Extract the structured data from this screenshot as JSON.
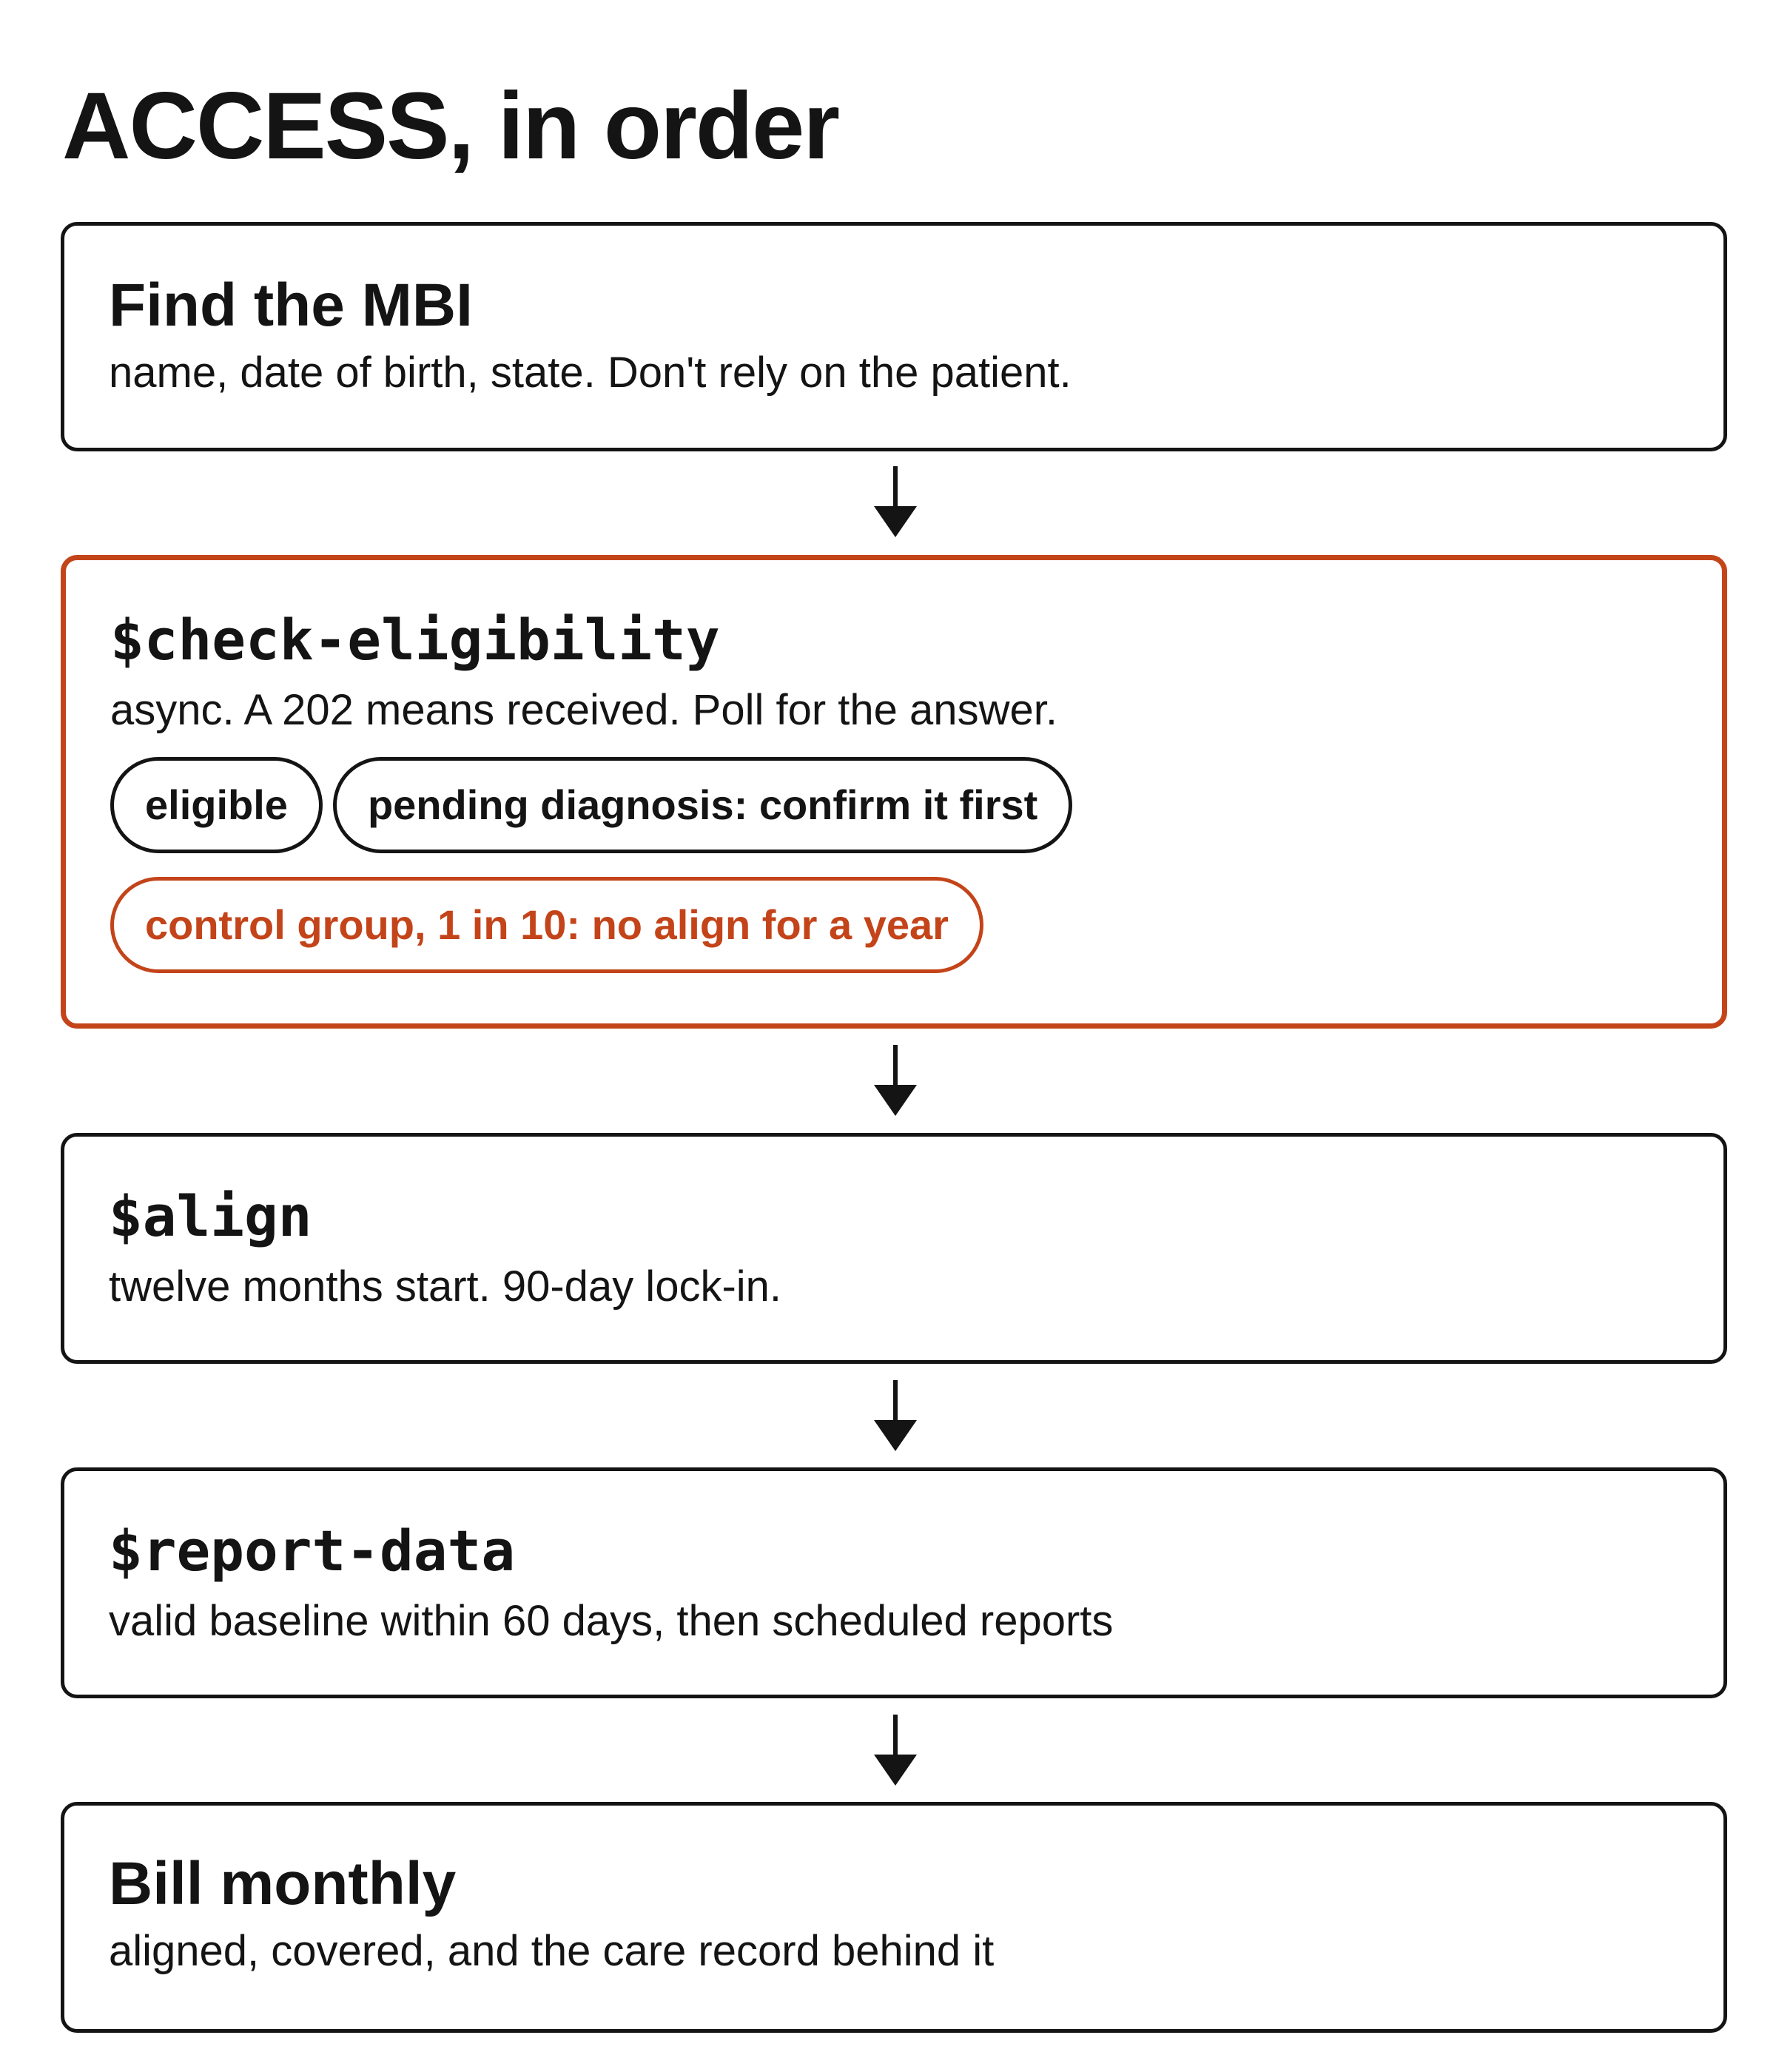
{
  "title": "ACCESS, in order",
  "steps": [
    {
      "heading": "Find the MBI",
      "description": "name, date of birth, state. Don't rely on the patient."
    },
    {
      "heading": "$check-eligibility",
      "description": "async. A 202 means received. Poll for the answer.",
      "outcomes": [
        {
          "label": "eligible"
        },
        {
          "label": "pending diagnosis: confirm it first"
        },
        {
          "label": "control group, 1 in 10: no align for a year"
        }
      ]
    },
    {
      "heading": "$align",
      "description": "twelve months start. 90-day lock-in."
    },
    {
      "heading": "$report-data",
      "description": "valid baseline within 60 days, then scheduled reports"
    },
    {
      "heading": "Bill monthly",
      "description": "aligned, covered, and the care record behind it"
    }
  ],
  "colors": {
    "ink": "#141414",
    "accent": "#c4441a",
    "background": "#ffffff"
  },
  "icons": {
    "connector": "arrow-down-icon"
  }
}
